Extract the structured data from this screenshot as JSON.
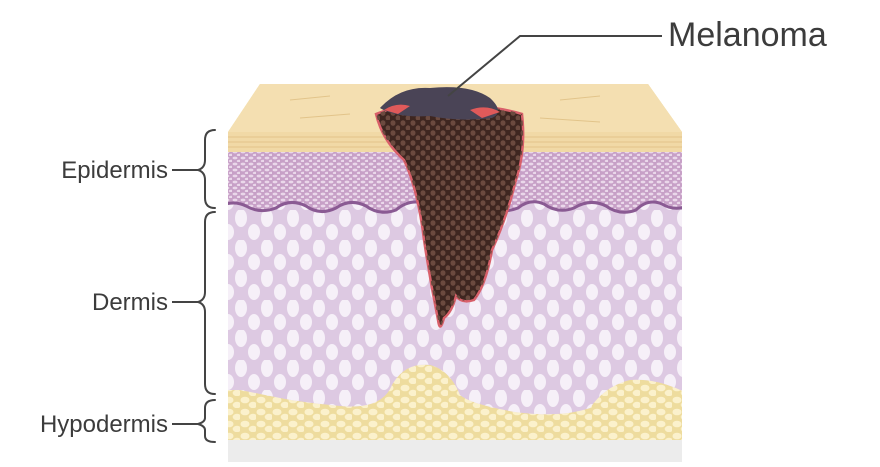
{
  "labels": {
    "epidermis": "Epidermis",
    "dermis": "Dermis",
    "hypodermis": "Hypodermis",
    "melanoma": "Melanoma"
  },
  "colors": {
    "surface": "#f1d9a6",
    "epidermis_layer": "#c7a0c7",
    "dermis": "#ddc9e2",
    "dermis_cells": "#f6f0f8",
    "hypodermis": "#eedc9e",
    "fat_cells": "#fbf1cc",
    "melanoma": "#3e2620",
    "melanoma_cells": "#6b4a3f",
    "melanoma_edge": "#d9606a",
    "text": "#3c3c3c",
    "lines": "#444444"
  }
}
